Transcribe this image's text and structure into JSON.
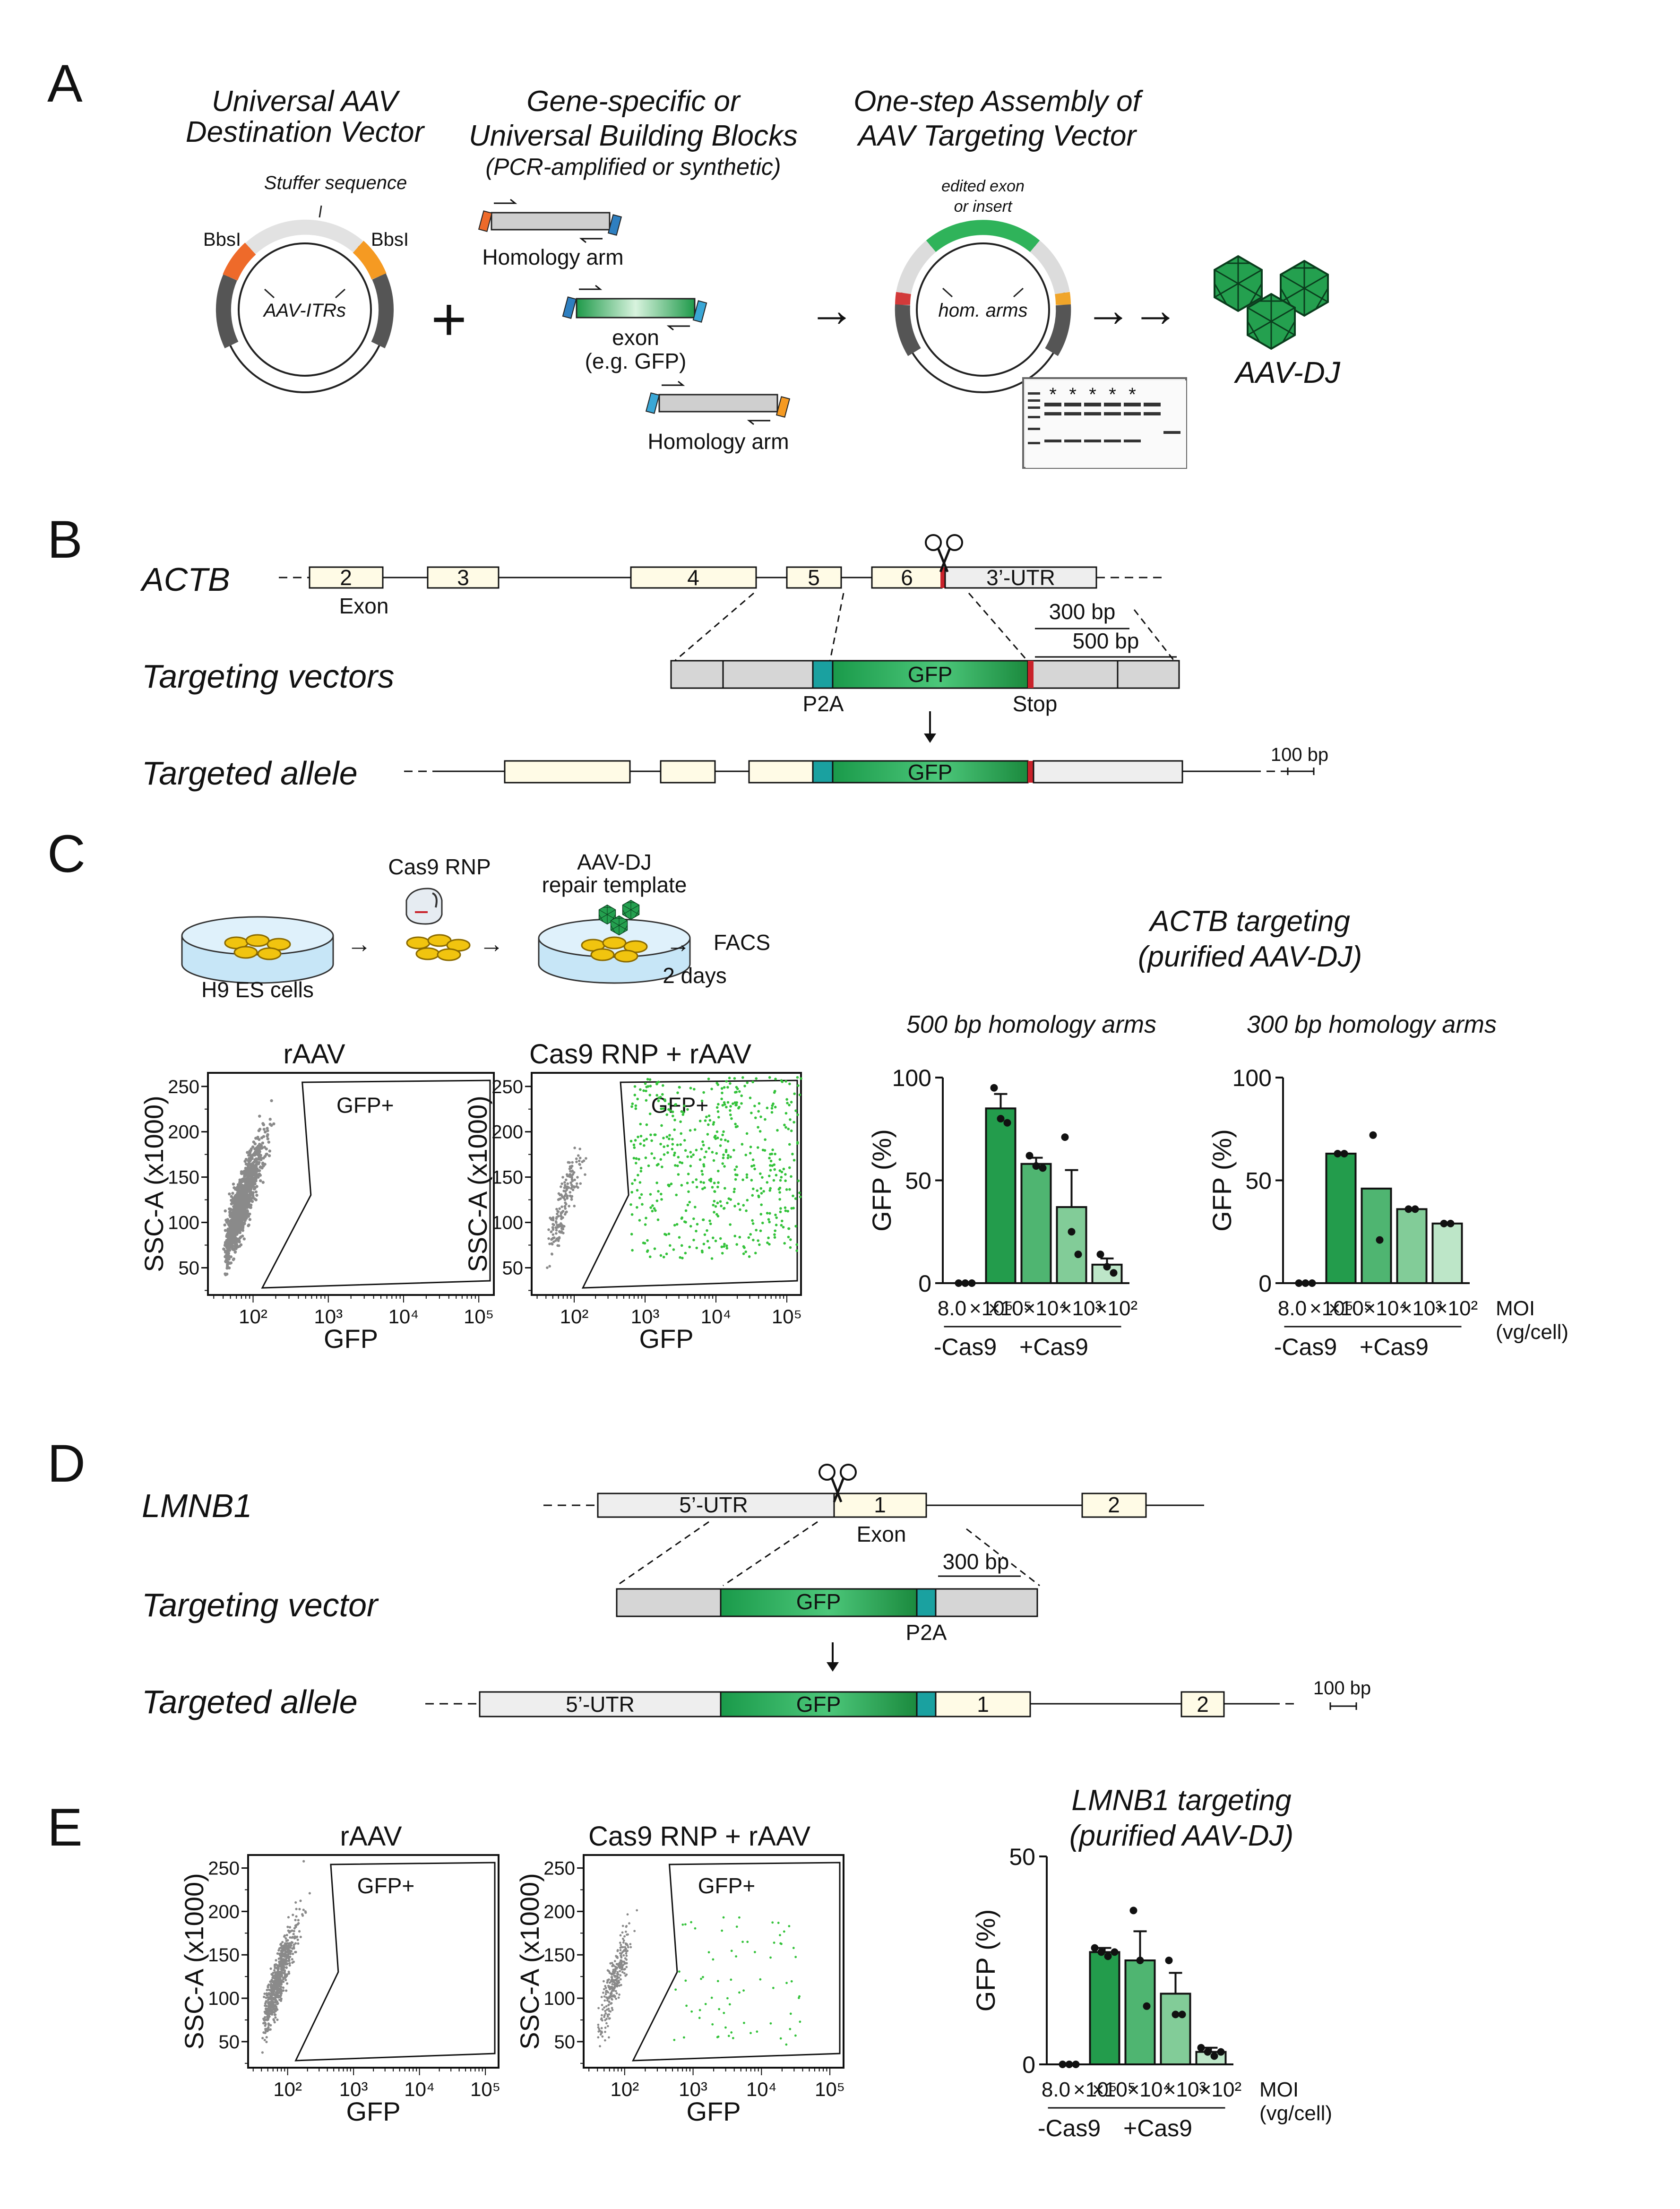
{
  "panels": {
    "A": "A",
    "B": "B",
    "C": "C",
    "D": "D",
    "E": "E"
  },
  "panelA": {
    "title1_l1": "Universal AAV",
    "title1_l2": "Destination Vector",
    "title2_l1": "Gene-specific or",
    "title2_l2": "Universal Building Blocks",
    "title2_l3": "(PCR-amplified or synthetic)",
    "title3_l1": "One-step Assembly of",
    "title3_l2": "AAV Targeting Vector",
    "stuffer": "Stuffer sequence",
    "bbsi": "BbsI",
    "itrs": "AAV-ITRs",
    "plus": "+",
    "homology_arm": "Homology arm",
    "exon_l1": "exon",
    "exon_l2": "(e.g. GFP)",
    "edited_l1": "edited exon",
    "edited_l2": "or insert",
    "hom_arms": "hom. arms",
    "aav": "AAV-DJ",
    "arrow1": "→",
    "arrow2": "→→",
    "gel_star": "*"
  },
  "panelB": {
    "gene": "ACTB",
    "exon_word": "Exon",
    "exons": [
      "2",
      "3",
      "4",
      "5",
      "6"
    ],
    "utr3": "3’-UTR",
    "vec_label": "Targeting vectors",
    "allele_label": "Targeted allele",
    "gfp": "GFP",
    "p2a": "P2A",
    "stop": "Stop",
    "bp300": "300 bp",
    "bp500": "500 bp",
    "scale": "100 bp"
  },
  "panelC": {
    "cas9": "Cas9 RNP",
    "aavdj": "AAV-DJ",
    "repair": "repair template",
    "cells": "H9 ES cells",
    "days": "2 days",
    "facs": "FACS",
    "flow_left": "rAAV",
    "flow_right": "Cas9 RNP + rAAV",
    "gfp_pos": "GFP+",
    "xlab": "GFP",
    "ylab": "SSC-A (x1000)",
    "yticks": [
      "50",
      "100",
      "150",
      "200",
      "250"
    ],
    "xticks": [
      "10²",
      "10³",
      "10⁴",
      "10⁵"
    ],
    "chart_title_l1": "ACTB targeting",
    "chart_title_l2": "(purified AAV-DJ)"
  },
  "panelD": {
    "gene": "LMNB1",
    "utr5": "5’-UTR",
    "exon1": "1",
    "exon2": "2",
    "exon_word": "Exon",
    "vec_label": "Targeting vector",
    "allele_label": "Targeted allele",
    "gfp": "GFP",
    "p2a": "P2A",
    "bp300": "300 bp",
    "scale": "100 bp"
  },
  "panelE": {
    "flow_left": "rAAV",
    "flow_right": "Cas9 RNP + rAAV",
    "gfp_pos": "GFP+",
    "xlab": "GFP",
    "ylab": "SSC-A (x1000)",
    "yticks": [
      "50",
      "100",
      "150",
      "200",
      "250"
    ],
    "xticks": [
      "10²",
      "10³",
      "10⁴",
      "10⁵"
    ],
    "chart_title_l1": "LMNB1 targeting",
    "chart_title_l2": "(purified AAV-DJ)"
  },
  "moi_labels": {
    "mantissa": "8.0",
    "lbl_neg": "×10⁵",
    "lbls_pos": [
      "×10⁵",
      "×10⁴",
      "×10³",
      "×10²"
    ],
    "minus": "-Cas9",
    "plus": "+Cas9",
    "moi": "MOI",
    "unit": "(vg/cell)"
  },
  "chart_data": [
    {
      "type": "bar",
      "title": "500 bp homology arms",
      "ylabel": "GFP (%)",
      "ylim": [
        0,
        100
      ],
      "yticks": [
        0,
        50,
        100
      ],
      "colors": [
        "#ffffff",
        "#239c4c",
        "#4fb571",
        "#82cc98",
        "#bde6c8"
      ],
      "series": [
        {
          "values": [
            0,
            85,
            58,
            37,
            9
          ],
          "errors": [
            0,
            7,
            3,
            18,
            3
          ],
          "points": [
            [
              0,
              0,
              0
            ],
            [
              95,
              80,
              78
            ],
            [
              62,
              57,
              56
            ],
            [
              71,
              25,
              14
            ],
            [
              14,
              8,
              5
            ]
          ]
        }
      ]
    },
    {
      "type": "bar",
      "title": "300 bp homology arms",
      "ylabel": "GFP (%)",
      "ylim": [
        0,
        100
      ],
      "yticks": [
        0,
        50,
        100
      ],
      "colors": [
        "#ffffff",
        "#239c4c",
        "#4fb571",
        "#82cc98",
        "#bde6c8"
      ],
      "series": [
        {
          "values": [
            0,
            63,
            46,
            36,
            29
          ],
          "errors": [
            0,
            0,
            0,
            0,
            0
          ],
          "points": [
            [
              0,
              0,
              0
            ],
            [
              63,
              63
            ],
            [
              72,
              21
            ],
            [
              36,
              36
            ],
            [
              29,
              29
            ]
          ]
        }
      ]
    },
    {
      "type": "bar",
      "title": "LMNB1 targeting (purified AAV-DJ)",
      "ylabel": "GFP (%)",
      "ylim": [
        0,
        50
      ],
      "yticks": [
        0,
        50
      ],
      "colors": [
        "#ffffff",
        "#239c4c",
        "#4fb571",
        "#82cc98",
        "#bde6c8"
      ],
      "series": [
        {
          "values": [
            0,
            27,
            25,
            17,
            3
          ],
          "errors": [
            0,
            1,
            7,
            5,
            1
          ],
          "points": [
            [
              0,
              0,
              0
            ],
            [
              28,
              27,
              26,
              27
            ],
            [
              37,
              25,
              14
            ],
            [
              25,
              12,
              12
            ],
            [
              4,
              3,
              2,
              3
            ]
          ]
        }
      ]
    }
  ]
}
